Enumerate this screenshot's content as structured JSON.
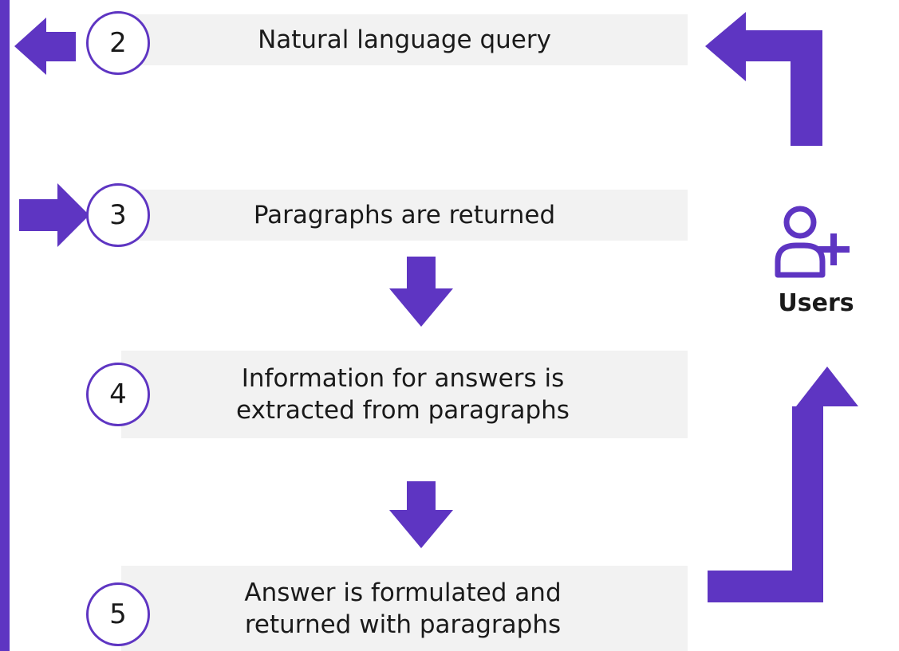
{
  "accent_color": "#5e35c2",
  "box_color": "#f2f2f2",
  "steps": [
    {
      "number": "2",
      "label": "Natural language query"
    },
    {
      "number": "3",
      "label": "Paragraphs are returned"
    },
    {
      "number": "4",
      "label": "Information for answers is extracted from paragraphs"
    },
    {
      "number": "5",
      "label": "Answer is formulated and returned with paragraphs"
    }
  ],
  "users": {
    "label": "Users",
    "icon": "add-user-icon"
  }
}
